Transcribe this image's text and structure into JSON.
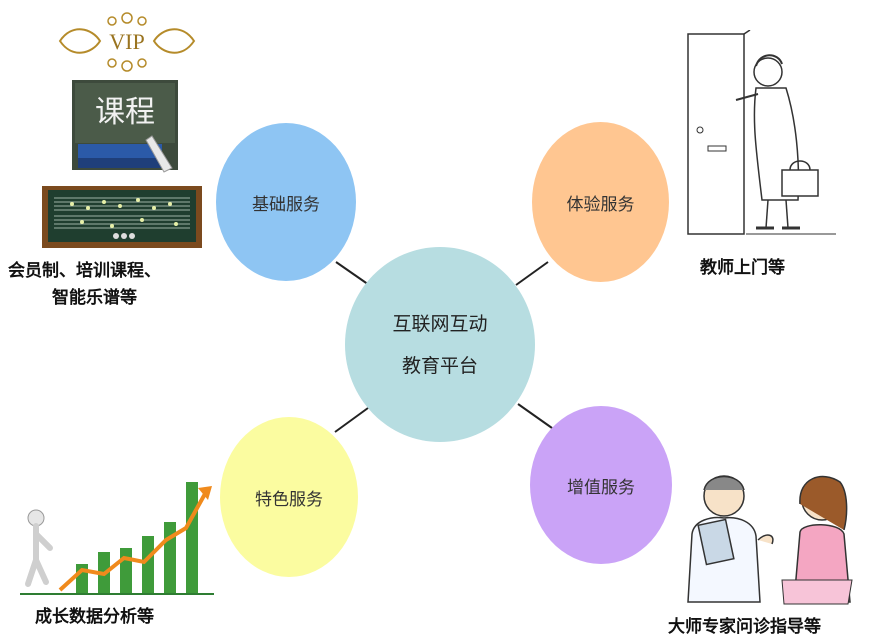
{
  "center": {
    "line1": "互联网互动",
    "line2": "教育平台"
  },
  "bubbles": {
    "basic": "基础服务",
    "experience": "体验服务",
    "featured": "特色服务",
    "value_added": "增值服务"
  },
  "captions": {
    "basic_line1": "会员制、培训课程、",
    "basic_line2": "智能乐谱等",
    "experience": "教师上门等",
    "featured": "成长数据分析等",
    "value_added": "大师专家问诊指导等"
  },
  "images": {
    "vip_badge_text": "VIP",
    "course_board_text": "课程"
  },
  "colors": {
    "center": "#b7dde1",
    "basic": "#8ec5f3",
    "experience": "#ffc691",
    "featured": "#fbfca0",
    "value_added": "#caa3f7"
  }
}
